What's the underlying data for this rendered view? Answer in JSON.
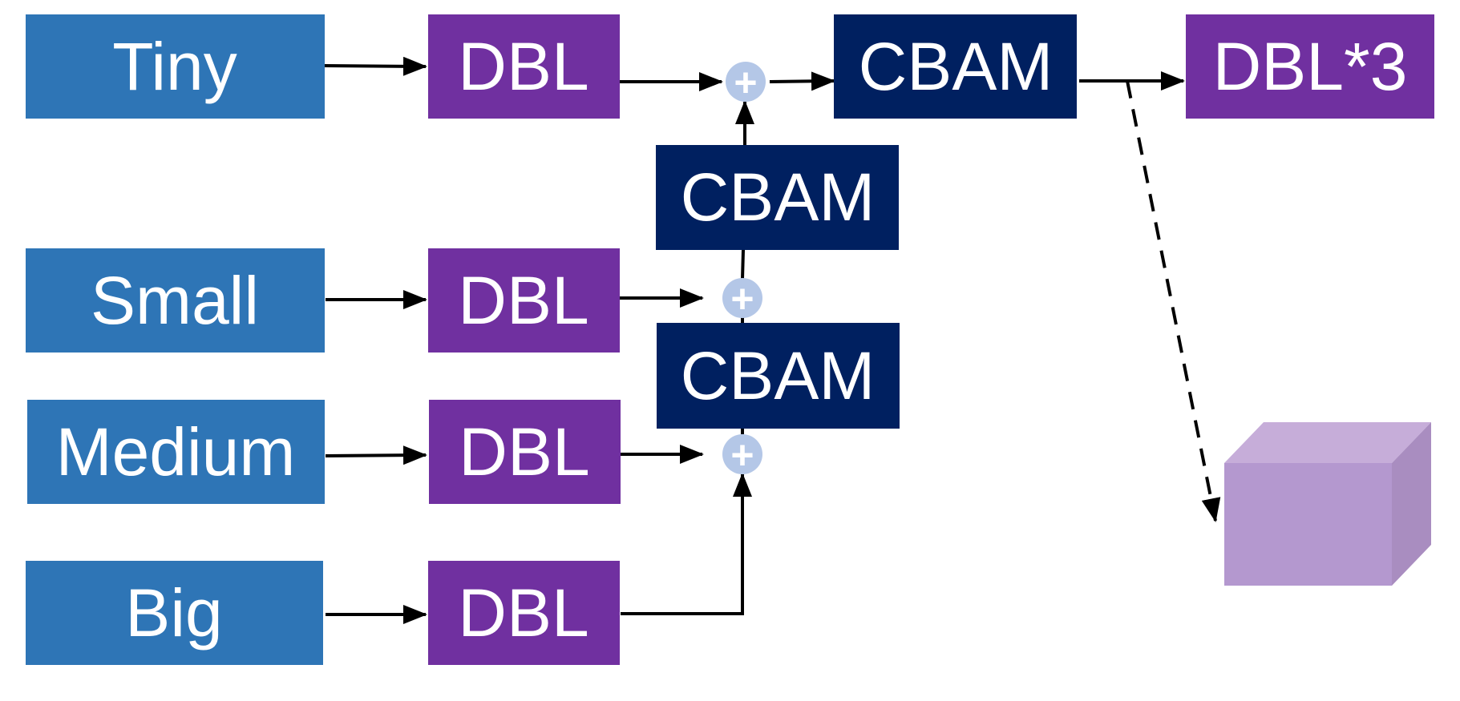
{
  "colors": {
    "input_box": "#2E75B6",
    "dbl_box": "#7030A0",
    "cbam_box": "#002060",
    "plus_circle": "#B4C7E7",
    "arrow": "#000000",
    "cube_front": "#B498CF",
    "cube_top": "#C6ADD9",
    "cube_side": "#A98DC0",
    "text": "#FFFFFF"
  },
  "inputs": [
    "Tiny",
    "Small",
    "Medium",
    "Big"
  ],
  "dbl_label": "DBL",
  "cbam_label": "CBAM",
  "dbl3_label": "DBL*3",
  "plus_symbol": "+"
}
